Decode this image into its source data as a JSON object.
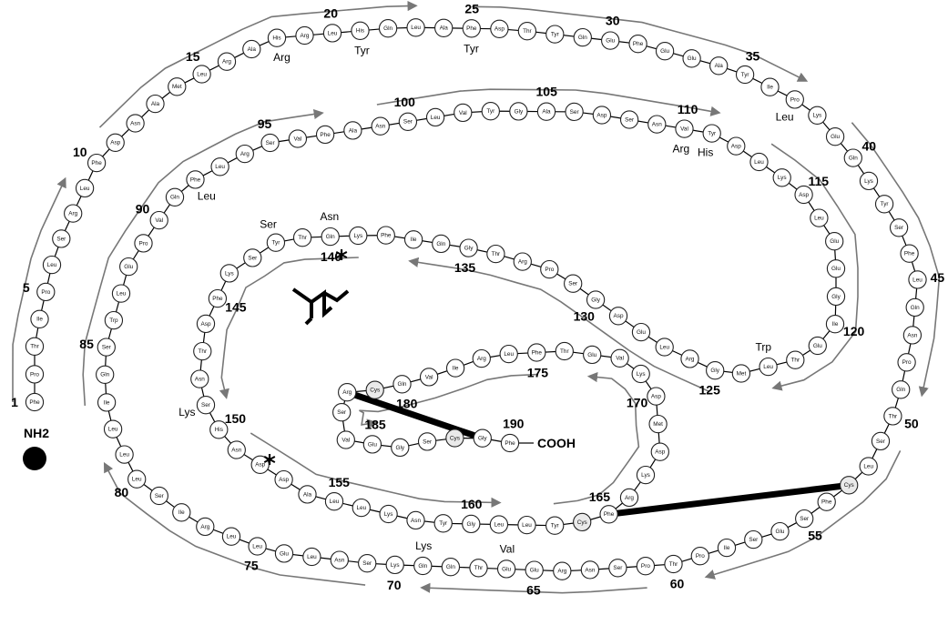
{
  "protein": {
    "sequence": [
      "Phe",
      "Pro",
      "Thr",
      "Ile",
      "Pro",
      "Leu",
      "Ser",
      "Arg",
      "Leu",
      "Phe",
      "Asp",
      "Asn",
      "Ala",
      "Met",
      "Leu",
      "Arg",
      "Ala",
      "His",
      "Arg",
      "Leu",
      "His",
      "Gln",
      "Leu",
      "Ala",
      "Phe",
      "Asp",
      "Thr",
      "Tyr",
      "Gln",
      "Glu",
      "Phe",
      "Glu",
      "Glu",
      "Ala",
      "Tyr",
      "Ile",
      "Pro",
      "Lys",
      "Glu",
      "Gln",
      "Lys",
      "Tyr",
      "Ser",
      "Phe",
      "Leu",
      "Gln",
      "Asn",
      "Pro",
      "Gln",
      "Thr",
      "Ser",
      "Leu",
      "Cys",
      "Phe",
      "Ser",
      "Glu",
      "Ser",
      "Ile",
      "Pro",
      "Thr",
      "Pro",
      "Ser",
      "Asn",
      "Arg",
      "Glu",
      "Glu",
      "Thr",
      "Gln",
      "Gln",
      "Lys",
      "Ser",
      "Asn",
      "Leu",
      "Glu",
      "Leu",
      "Leu",
      "Arg",
      "Ile",
      "Ser",
      "Leu",
      "Leu",
      "Leu",
      "Ile",
      "Gln",
      "Ser",
      "Trp",
      "Leu",
      "Glu",
      "Pro",
      "Val",
      "Gln",
      "Phe",
      "Leu",
      "Arg",
      "Ser",
      "Val",
      "Phe",
      "Ala",
      "Asn",
      "Ser",
      "Leu",
      "Val",
      "Tyr",
      "Gly",
      "Ala",
      "Ser",
      "Asp",
      "Ser",
      "Asn",
      "Val",
      "Tyr",
      "Asp",
      "Leu",
      "Lys",
      "Asp",
      "Leu",
      "Glu",
      "Glu",
      "Gly",
      "Ile",
      "Glu",
      "Thr",
      "Leu",
      "Met",
      "Gly",
      "Arg",
      "Leu",
      "Glu",
      "Asp",
      "Gly",
      "Ser",
      "Pro",
      "Arg",
      "Thr",
      "Gly",
      "Gln",
      "Ile",
      "Phe",
      "Lys",
      "Gln",
      "Thr",
      "Tyr",
      "Ser",
      "Lys",
      "Phe",
      "Asp",
      "Thr",
      "Asn",
      "Ser",
      "His",
      "Asn",
      "Asp",
      "Asp",
      "Ala",
      "Leu",
      "Leu",
      "Lys",
      "Asn",
      "Tyr",
      "Gly",
      "Leu",
      "Leu",
      "Tyr",
      "Cys",
      "Phe",
      "Arg",
      "Lys",
      "Asp",
      "Met",
      "Asp",
      "Lys",
      "Val",
      "Glu",
      "Thr",
      "Phe",
      "Leu",
      "Arg",
      "Ile",
      "Val",
      "Gln",
      "Cys",
      "Arg",
      "Ser",
      "Val",
      "Glu",
      "Gly",
      "Ser",
      "Cys",
      "Gly",
      "Phe"
    ],
    "n_terminus": "NH2",
    "c_terminus": "COOH",
    "position_numbers": [
      "1",
      "5",
      "10",
      "15",
      "20",
      "25",
      "30",
      "35",
      "40",
      "45",
      "50",
      "55",
      "60",
      "65",
      "70",
      "75",
      "80",
      "85",
      "90",
      "95",
      "100",
      "105",
      "110",
      "115",
      "120",
      "125",
      "130",
      "135",
      "140",
      "145",
      "150",
      "155",
      "160",
      "165",
      "170",
      "175",
      "180",
      "185",
      "190"
    ],
    "variants": [
      {
        "position": 18,
        "label": "Arg"
      },
      {
        "position": 21,
        "label": "Tyr"
      },
      {
        "position": 25,
        "label": "Tyr"
      },
      {
        "position": 37,
        "label": "Leu"
      },
      {
        "position": 66,
        "label": "Val"
      },
      {
        "position": 69,
        "label": "Lys"
      },
      {
        "position": 92,
        "label": "Leu"
      },
      {
        "position": 110,
        "label": "Arg"
      },
      {
        "position": 111,
        "label": "His"
      },
      {
        "position": 123,
        "label": "Trp"
      },
      {
        "position": 140,
        "label": "Asn"
      },
      {
        "position": 142,
        "label": "Ser"
      },
      {
        "position": 149,
        "label": "Lys"
      }
    ],
    "glycosylation_marker": "*",
    "disulfide_bonds": [
      [
        53,
        165
      ],
      [
        182,
        189
      ]
    ]
  }
}
